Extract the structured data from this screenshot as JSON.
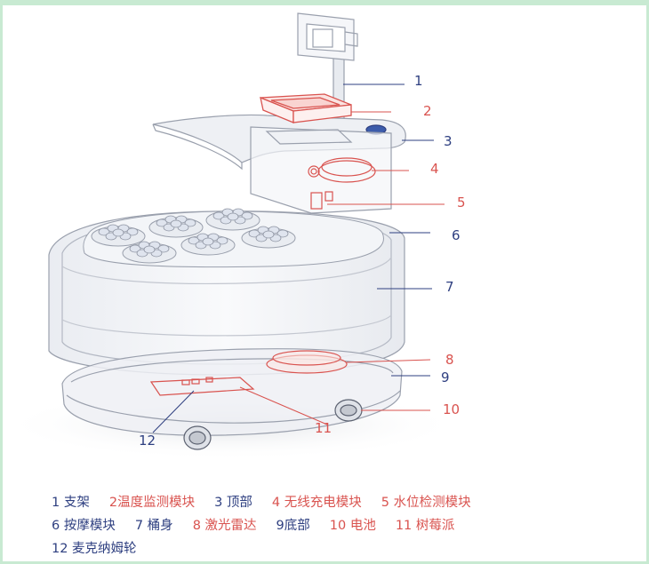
{
  "callouts": [
    {
      "num": "1",
      "color": "#2e3f80"
    },
    {
      "num": "2",
      "color": "#d9534f"
    },
    {
      "num": "3",
      "color": "#2e3f80"
    },
    {
      "num": "4",
      "color": "#d9534f"
    },
    {
      "num": "5",
      "color": "#d9534f"
    },
    {
      "num": "6",
      "color": "#2e3f80"
    },
    {
      "num": "7",
      "color": "#2e3f80"
    },
    {
      "num": "8",
      "color": "#d9534f"
    },
    {
      "num": "9",
      "color": "#2e3f80"
    },
    {
      "num": "10",
      "color": "#d9534f"
    },
    {
      "num": "11",
      "color": "#d9534f"
    },
    {
      "num": "12",
      "color": "#2e3f80"
    }
  ],
  "legend": {
    "row1": [
      {
        "text": "1 支架",
        "color": "#2e3f80"
      },
      {
        "text": "2温度监测模块",
        "color": "#d9534f"
      },
      {
        "text": "3 顶部",
        "color": "#2e3f80"
      },
      {
        "text": "4 无线充电模块",
        "color": "#d9534f"
      },
      {
        "text": "5 水位检测模块",
        "color": "#d9534f"
      }
    ],
    "row2": [
      {
        "text": "6 按摩模块",
        "color": "#2e3f80"
      },
      {
        "text": "7 桶身",
        "color": "#2e3f80"
      },
      {
        "text": "8 激光雷达",
        "color": "#d9534f"
      },
      {
        "text": "9底部",
        "color": "#2e3f80"
      },
      {
        "text": "10 电池",
        "color": "#d9534f"
      },
      {
        "text": "11 树莓派",
        "color": "#d9534f"
      }
    ],
    "row3": [
      {
        "text": "12 麦克纳姆轮",
        "color": "#2e3f80"
      }
    ]
  },
  "colors": {
    "blue": "#2e3f80",
    "red": "#d9534f",
    "outline": "#9aa0ad"
  }
}
